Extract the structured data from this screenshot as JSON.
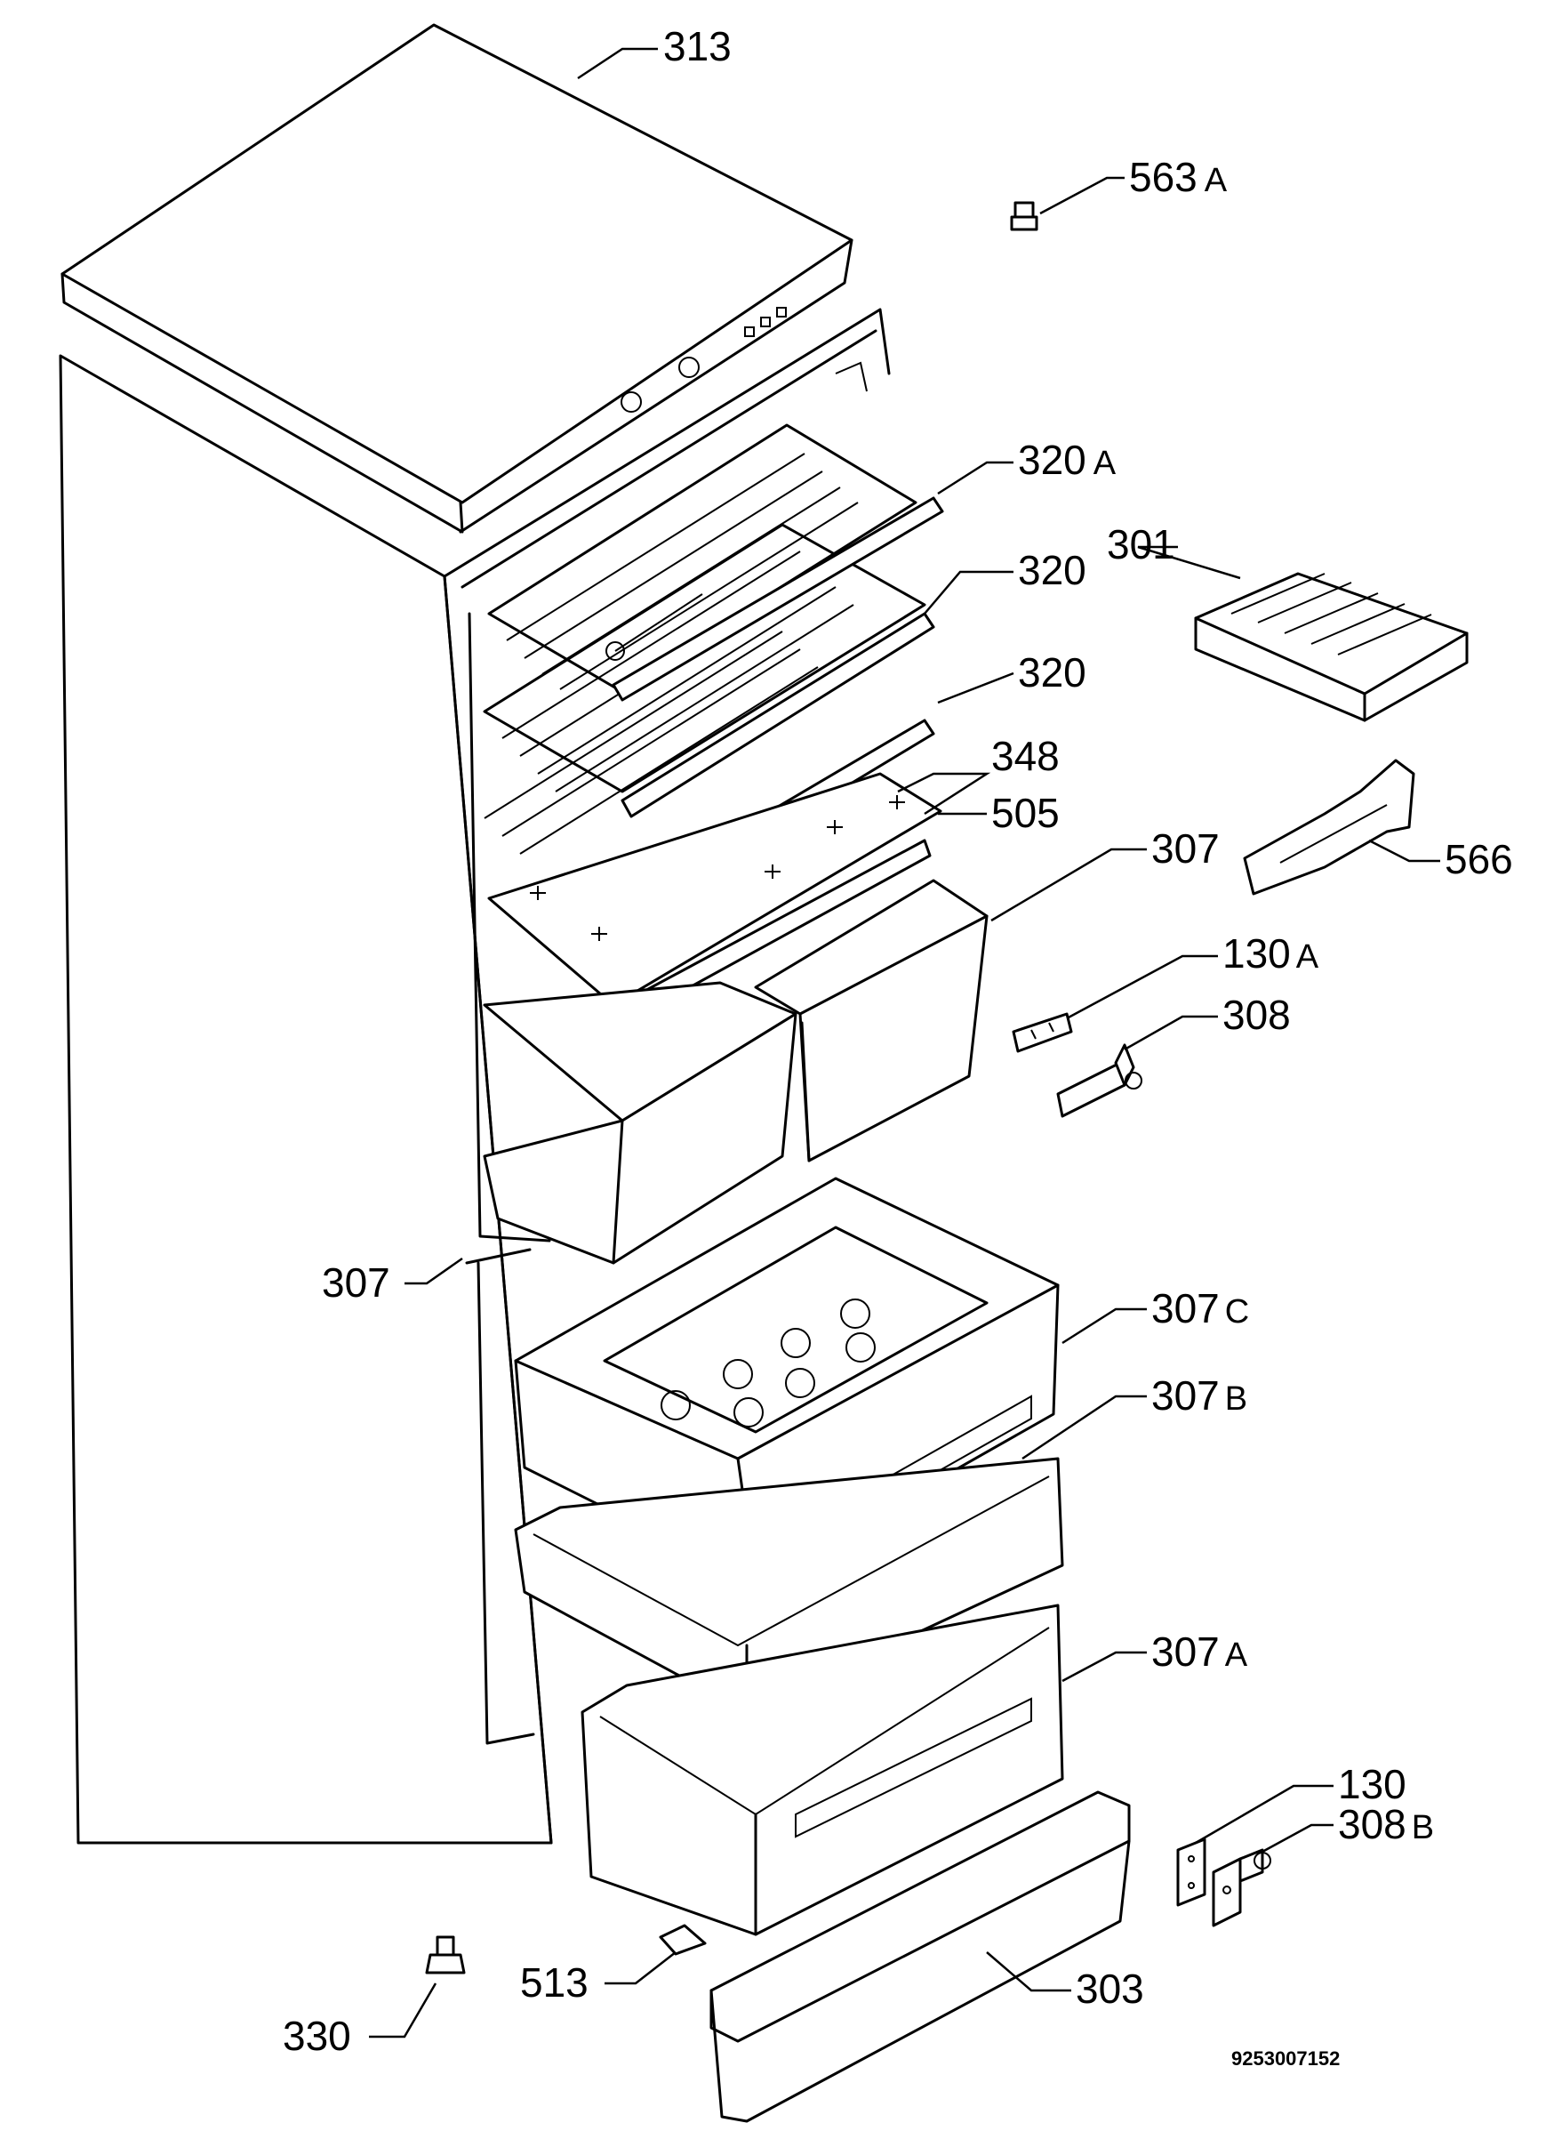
{
  "diagram": {
    "document_number": "9253007152",
    "parts": [
      {
        "key": "p313",
        "number": "313",
        "suffix": ""
      },
      {
        "key": "p563a",
        "number": "563",
        "suffix": "A"
      },
      {
        "key": "p320a",
        "number": "320",
        "suffix": "A"
      },
      {
        "key": "p301",
        "number": "301",
        "suffix": ""
      },
      {
        "key": "p320_1",
        "number": "320",
        "suffix": ""
      },
      {
        "key": "p320_2",
        "number": "320",
        "suffix": ""
      },
      {
        "key": "p348",
        "number": "348",
        "suffix": ""
      },
      {
        "key": "p505",
        "number": "505",
        "suffix": ""
      },
      {
        "key": "p307_r",
        "number": "307",
        "suffix": ""
      },
      {
        "key": "p566",
        "number": "566",
        "suffix": ""
      },
      {
        "key": "p130a",
        "number": "130",
        "suffix": "A"
      },
      {
        "key": "p308",
        "number": "308",
        "suffix": ""
      },
      {
        "key": "p307_l",
        "number": "307",
        "suffix": ""
      },
      {
        "key": "p307c",
        "number": "307",
        "suffix": "C"
      },
      {
        "key": "p307b",
        "number": "307",
        "suffix": "B"
      },
      {
        "key": "p307a",
        "number": "307",
        "suffix": "A"
      },
      {
        "key": "p130",
        "number": "130",
        "suffix": ""
      },
      {
        "key": "p308b",
        "number": "308",
        "suffix": "B"
      },
      {
        "key": "p513",
        "number": "513",
        "suffix": ""
      },
      {
        "key": "p303",
        "number": "303",
        "suffix": ""
      },
      {
        "key": "p330",
        "number": "330",
        "suffix": ""
      }
    ]
  }
}
